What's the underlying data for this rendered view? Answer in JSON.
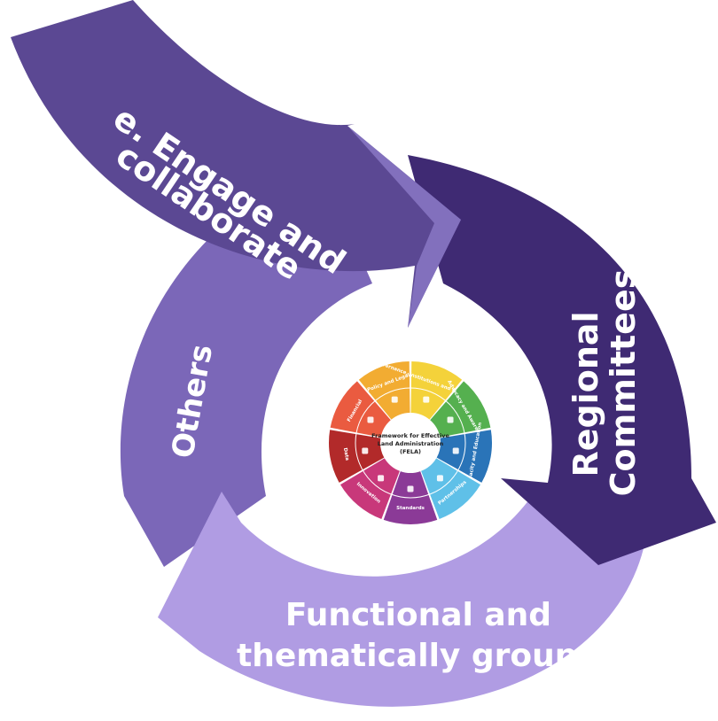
{
  "arrows": {
    "engage": {
      "label_line1": "e. Engage and",
      "label_line2": "collaborate",
      "color": "#5b4893"
    },
    "regional": {
      "label_line1": "Regional",
      "label_line2": "Committees",
      "color": "#3f2a73"
    },
    "functional": {
      "label_line1": "Functional  and",
      "label_line2": "thematically groups",
      "color": "#b09ce3"
    },
    "others": {
      "label": "Others",
      "color": "#7b67b8"
    }
  },
  "wheel": {
    "hub_line1": "Framework for Effective",
    "hub_line2": "Land Administration",
    "hub_line3": "(FELA)",
    "segments": [
      {
        "label": "Policy and Legal",
        "color": "#f2ac32"
      },
      {
        "label": "Governance, Institutions and Accountability",
        "color": "#f4d23a"
      },
      {
        "label": "Advocacy and Awareness",
        "color": "#55b04f"
      },
      {
        "label": "Capacity and Education",
        "color": "#2a74b8"
      },
      {
        "label": "Partnerships",
        "color": "#5fc0e8"
      },
      {
        "label": "Standards",
        "color": "#8b3a97"
      },
      {
        "label": "Innovation",
        "color": "#c8387a"
      },
      {
        "label": "Data",
        "color": "#b22a2a"
      },
      {
        "label": "Financial",
        "color": "#ea5b40"
      }
    ]
  }
}
